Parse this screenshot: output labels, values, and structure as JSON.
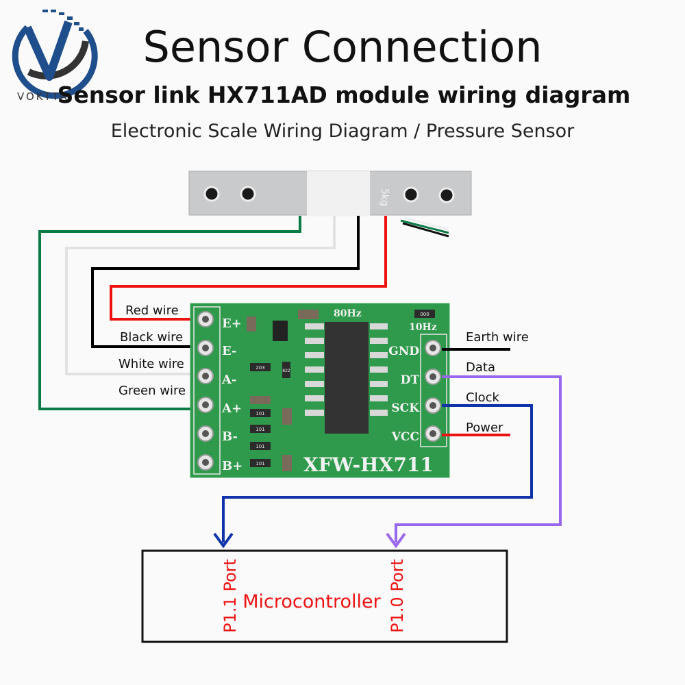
{
  "logo": {
    "text": "VOKTTA",
    "colors": {
      "blue": "#1f4e8c",
      "dark": "#222222"
    }
  },
  "header": {
    "title": "Sensor Connection",
    "subtitle": "Sensor link HX711AD module wiring diagram",
    "caption": "Electronic Scale Wiring Diagram / Pressure Sensor"
  },
  "load_cell": {
    "capacity_label": "5kg"
  },
  "left_wires": [
    {
      "label": "Red wire",
      "color": "#ee1111",
      "pin": "E+"
    },
    {
      "label": "Black wire",
      "color": "#000000",
      "pin": "E-"
    },
    {
      "label": "White wire",
      "color": "#e2e2e2",
      "pin": "A-"
    },
    {
      "label": "Green wire",
      "color": "#0b7a45",
      "pin": "A+"
    }
  ],
  "module": {
    "name": "XFW-HX711",
    "left_pins": [
      "E+",
      "E-",
      "A-",
      "A+",
      "B-",
      "B+"
    ],
    "right_pins": [
      "GND",
      "DT",
      "SCK",
      "VCC"
    ],
    "rate_labels": [
      "80Hz",
      "10Hz"
    ],
    "resistor_codes": [
      "203",
      "822",
      "101",
      "101",
      "101",
      "101",
      "000"
    ],
    "color": "#2f9a4c"
  },
  "right_wires": [
    {
      "label": "Earth wire",
      "color": "#000000",
      "pin": "GND"
    },
    {
      "label": "Data",
      "color": "#9966ee",
      "pin": "DT"
    },
    {
      "label": "Clock",
      "color": "#1133aa",
      "pin": "SCK"
    },
    {
      "label": "Power",
      "color": "#ee1111",
      "pin": "VCC"
    }
  ],
  "microcontroller": {
    "label": "Microcontroller",
    "ports": [
      "P1.1 Port",
      "P1.0 Port"
    ],
    "text_color": "#ee1111"
  }
}
